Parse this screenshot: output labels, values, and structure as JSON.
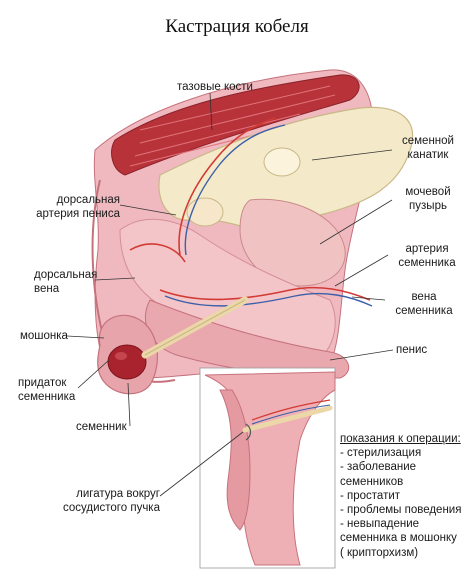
{
  "title": "Кастрация кобеля",
  "labels": {
    "pelvic_bones": "тазовые кости",
    "spermatic_cord": [
      "семенной",
      "канатик"
    ],
    "bladder": [
      "мочевой",
      "пузырь"
    ],
    "dorsal_artery": [
      "дорсальная",
      "артерия пениса"
    ],
    "testicular_artery": [
      "артерия",
      "семенника"
    ],
    "dorsal_vein": [
      "дорсальная",
      "вена"
    ],
    "testicular_vein": [
      "вена",
      "семенника"
    ],
    "scrotum": "мошонка",
    "penis": "пенис",
    "epididymis": [
      "придаток",
      "семенника"
    ],
    "testicle": "семенник",
    "ligature": [
      "лигатура вокруг",
      "сосудистого пучка"
    ]
  },
  "indications": {
    "heading": "показания к операции:",
    "items": [
      "- стерилизация",
      "- заболевание",
      "семенников",
      "- простатит",
      "- проблемы поведения",
      "- невыпадение",
      "семенника в мошонку",
      "( крипторхизм)"
    ]
  },
  "colors": {
    "tissue": "#e9a7ae",
    "tissue_dark": "#c6727c",
    "muscle": "#b8323a",
    "bone": "#f4e9c8",
    "artery": "#d23a34",
    "vein": "#3c5fa8",
    "testicle": "#a8232d"
  }
}
